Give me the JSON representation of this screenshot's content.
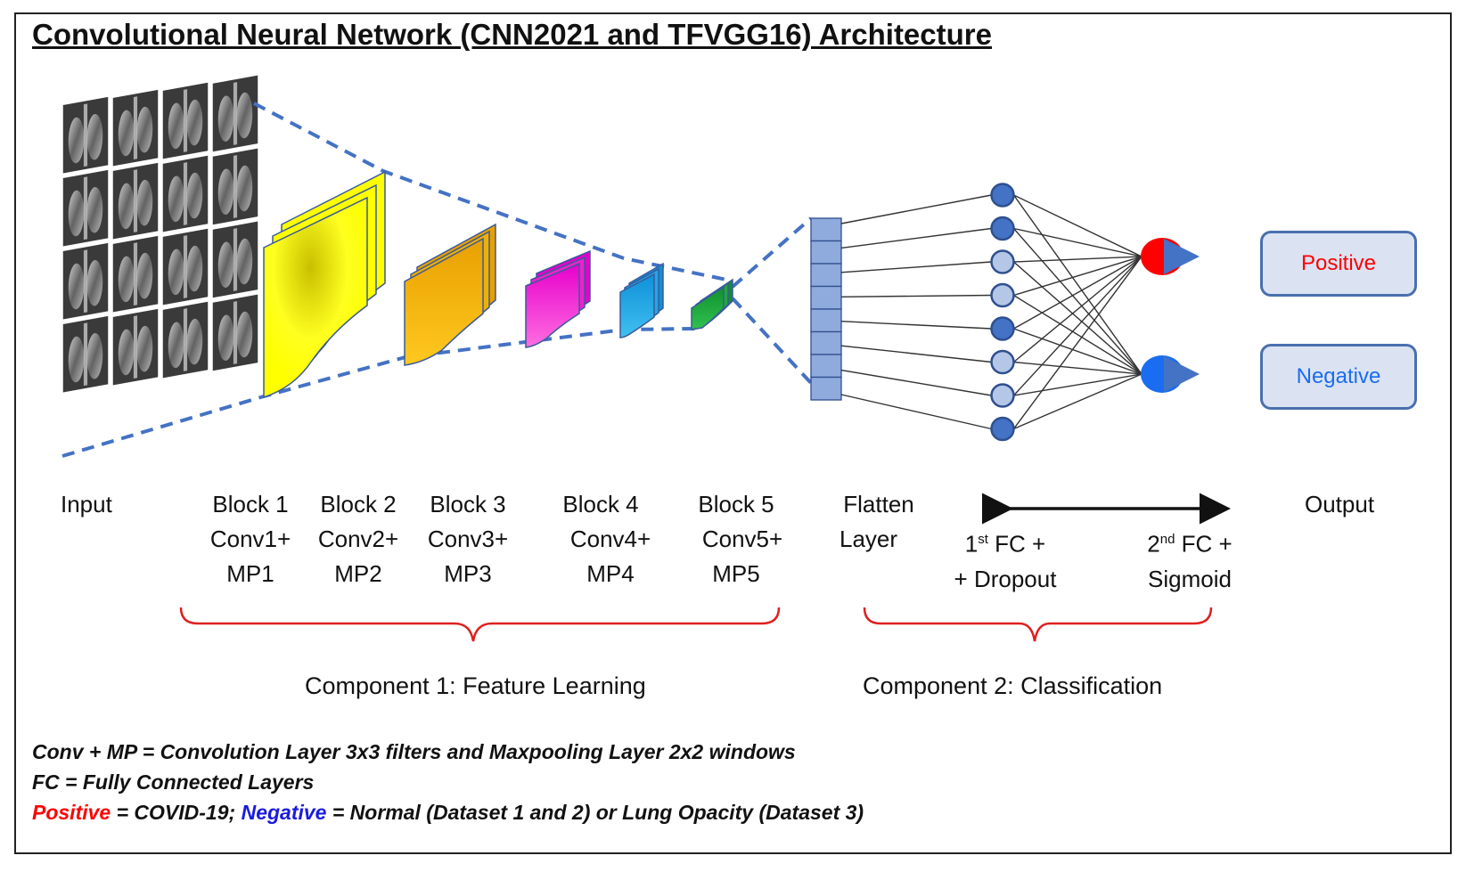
{
  "title": "Convolutional Neural Network (CNN2021 and TFVGG16) Architecture",
  "stage_labels": {
    "input": "Input",
    "block1": [
      "Block 1",
      "Conv1+",
      "MP1"
    ],
    "block2": [
      "Block 2",
      "Conv2+",
      "MP2"
    ],
    "block3": [
      "Block 3",
      "Conv3+",
      "MP3"
    ],
    "block4": [
      "Block 4",
      "Conv4+",
      "MP4"
    ],
    "block5": [
      "Block 5",
      "Conv5+",
      "MP5"
    ],
    "flatten": [
      "Flatten",
      "Layer"
    ],
    "fc1": {
      "base": "1",
      "sup": "st",
      "rest": " FC +",
      "line2": "+ Dropout"
    },
    "fc2": {
      "base": "2",
      "sup": "nd",
      "rest": " FC +",
      "line2": "Sigmoid"
    },
    "output": "Output"
  },
  "components": {
    "feature": "Component 1: Feature Learning",
    "classification": "Component 2:  Classification"
  },
  "outputs": {
    "positive": "Positive",
    "negative": "Negative"
  },
  "legend": {
    "line1": "Conv + MP = Convolution Layer 3x3 filters and Maxpooling Layer 2x2 windows",
    "line2": "FC = Fully Connected Layers",
    "line3_positive": "Positive",
    "line3_mid": " = COVID-19; ",
    "line3_negative": "Negative",
    "line3_end": " = Normal (Dataset 1 and 2) or Lung Opacity (Dataset 3)"
  },
  "colors": {
    "dash_line": "#4472c4",
    "block1": "#ffff00",
    "block2": "#ffb300",
    "block3": "#ff33cc",
    "block4": "#1ea0e0",
    "block5": "#1aa03c",
    "node_dark": "#4472c4",
    "node_light": "#b4c7e7",
    "positive": "#ff0000",
    "negative": "#1a6cf0",
    "brace": "#e02020"
  },
  "network": {
    "hidden_nodes": 8,
    "output_nodes": 2
  }
}
